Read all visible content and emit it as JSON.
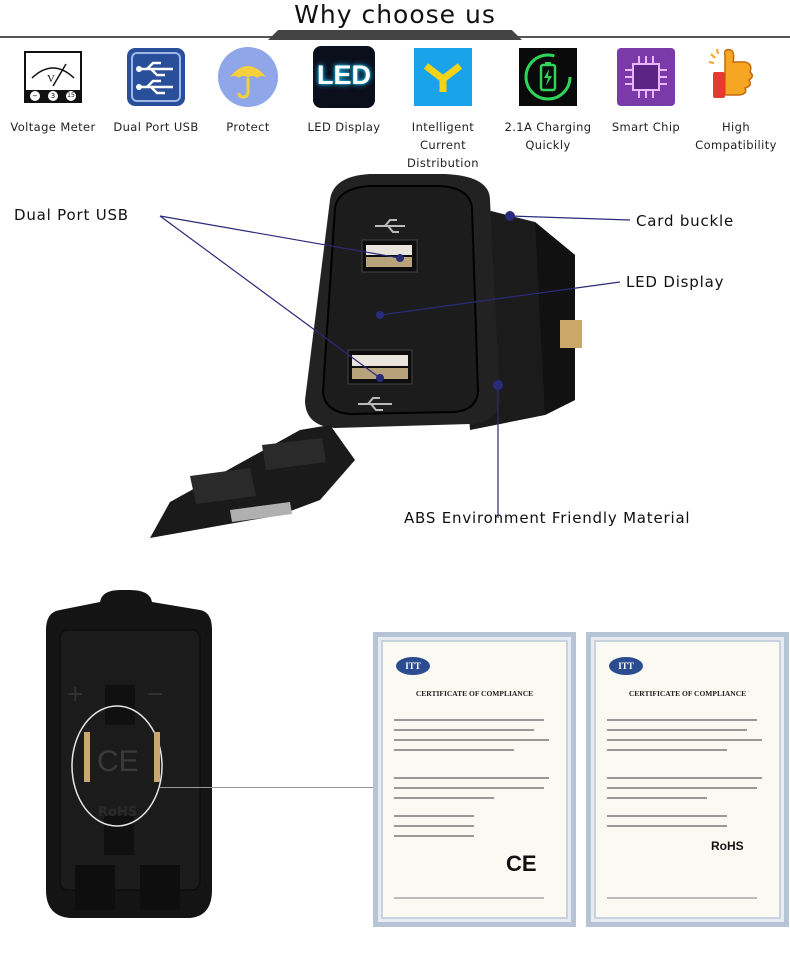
{
  "header": {
    "title": "Why choose us"
  },
  "features": [
    {
      "label": "Voltage Meter",
      "icon": "voltage-meter-icon"
    },
    {
      "label": "Dual Port USB",
      "icon": "usb-ports-icon"
    },
    {
      "label": "Protect",
      "icon": "umbrella-icon"
    },
    {
      "label": "LED Display",
      "icon": "led-display-icon"
    },
    {
      "label": "Intelligent Current Distribution",
      "icon": "current-split-icon"
    },
    {
      "label": "2.1A Charging Quickly",
      "icon": "battery-charging-icon"
    },
    {
      "label": "Smart Chip",
      "icon": "chip-icon"
    },
    {
      "label": "High Compatibility",
      "icon": "thumbs-up-icon"
    }
  ],
  "meter": {
    "letter": "V",
    "buttons": [
      "−",
      "3",
      "15"
    ]
  },
  "led_icon": {
    "text": "LED"
  },
  "callouts": {
    "dual_port": "Dual Port USB",
    "card_buckle": "Card buckle",
    "led_display": "LED Display",
    "abs_material": "ABS Environment Friendly Material"
  },
  "back_view": {
    "plus": "+",
    "minus": "−",
    "ce": "CE",
    "rohs": "RoHS"
  },
  "certificates": [
    {
      "logo": "ITT",
      "title": "CERTIFICATE OF COMPLIANCE",
      "mark": "CE"
    },
    {
      "logo": "ITT",
      "title": "CERTIFICATE OF COMPLIANCE",
      "mark": "RoHS"
    }
  ],
  "colors": {
    "callout_line": "#2a2a7a",
    "accent_blue": "#2b4d8f",
    "led_cyan": "#1ec8ff"
  }
}
